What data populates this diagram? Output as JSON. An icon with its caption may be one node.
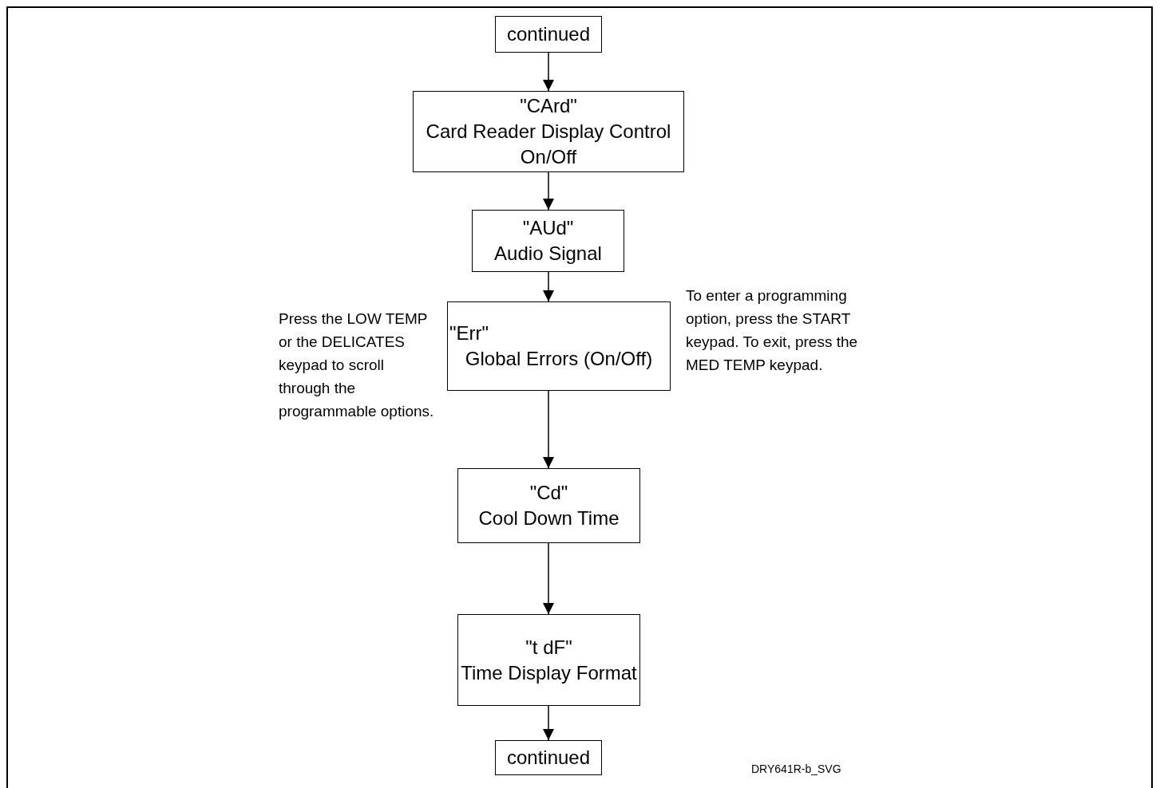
{
  "diagram": {
    "nodes": [
      {
        "text": [
          "continued"
        ]
      },
      {
        "text": [
          "\"CArd\"",
          "Card Reader Display Control On/Off"
        ]
      },
      {
        "text": [
          "\"AUd\"",
          "Audio Signal"
        ]
      },
      {
        "text": [
          "\"Err\"",
          "Global Errors (On/Off)"
        ]
      },
      {
        "text": [
          "\"Cd\"",
          "Cool Down Time"
        ]
      },
      {
        "text": [
          "\"t dF\"",
          "Time Display Format"
        ]
      },
      {
        "text": [
          "continued"
        ]
      }
    ],
    "edges": [
      {
        "from": 0,
        "to": 1,
        "arrow": "to"
      },
      {
        "from": 1,
        "to": 2,
        "arrow": "to"
      },
      {
        "from": 2,
        "to": 3,
        "arrow": "to"
      },
      {
        "from": 3,
        "to": 4,
        "arrow": "to"
      },
      {
        "from": 4,
        "to": 5,
        "arrow": "to"
      },
      {
        "from": 5,
        "to": 6,
        "arrow": "to"
      }
    ],
    "labels": [
      "Press the LOW TEMP or the DELICATES keypad to scroll through the programmable options.",
      "To enter a programming option, press the START keypad. To exit, press the MED TEMP keypad.",
      "DRY641R-b_SVG"
    ]
  }
}
